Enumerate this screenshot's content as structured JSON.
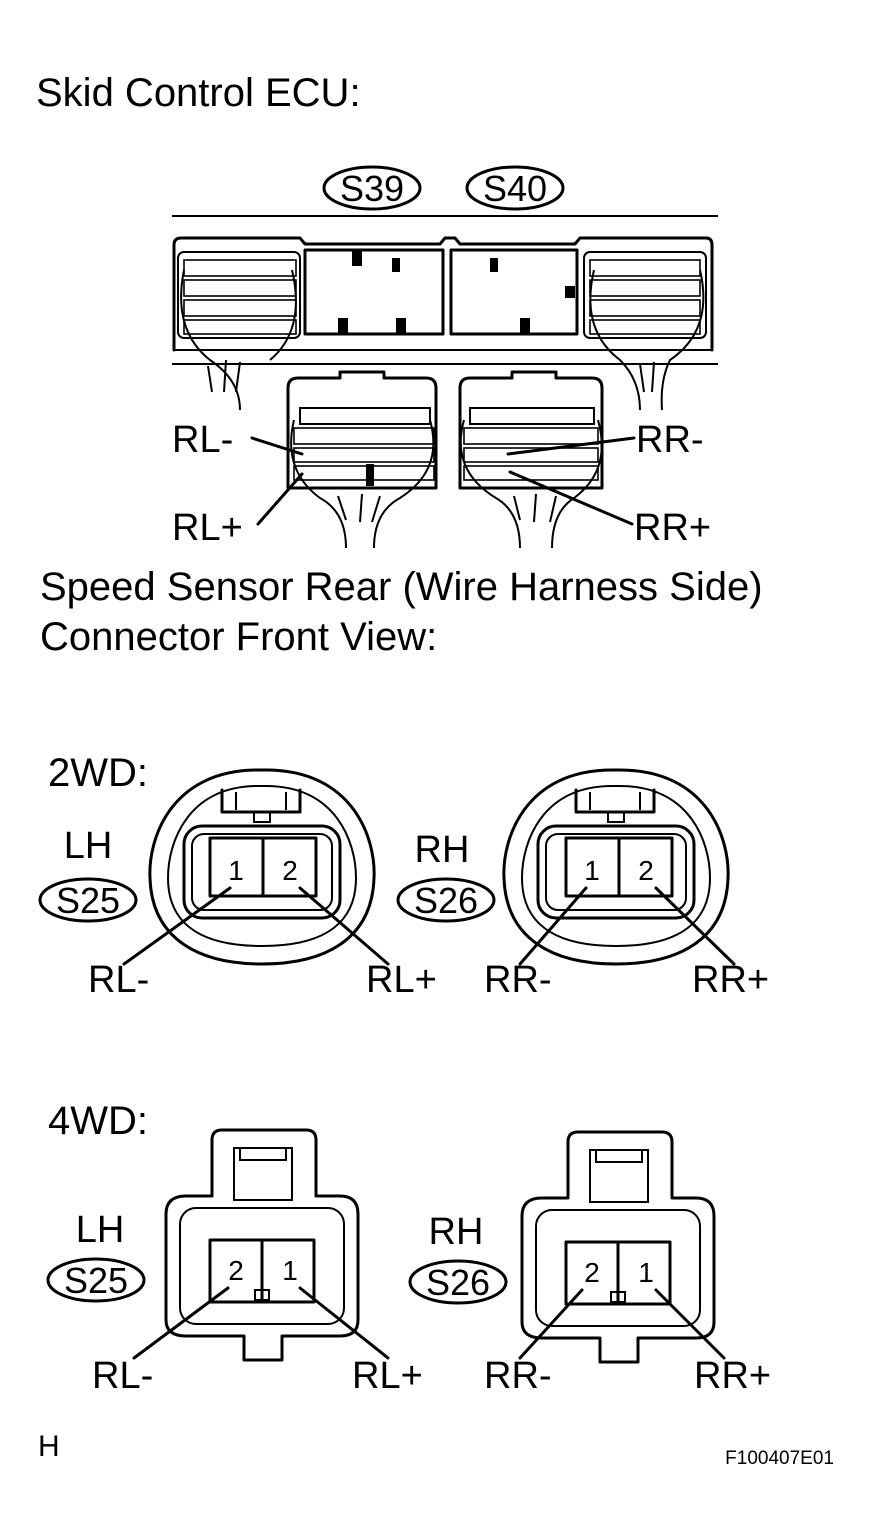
{
  "ecu": {
    "title": "Skid Control ECU:",
    "connectors": [
      "S39",
      "S40"
    ],
    "labels": {
      "rl_minus": "RL-",
      "rl_plus": "RL+",
      "rr_minus": "RR-",
      "rr_plus": "RR+"
    }
  },
  "sensor_section": {
    "title_line1": "Speed Sensor Rear (Wire Harness Side)",
    "title_line2": "Connector Front View:"
  },
  "wd2": {
    "heading": "2WD:",
    "left": {
      "side": "LH",
      "connector": "S25",
      "pin_a": "1",
      "pin_b": "2",
      "label_a": "RL-",
      "label_b": "RL+"
    },
    "right": {
      "side": "RH",
      "connector": "S26",
      "pin_a": "1",
      "pin_b": "2",
      "label_a": "RR-",
      "label_b": "RR+"
    }
  },
  "wd4": {
    "heading": "4WD:",
    "left": {
      "side": "LH",
      "connector": "S25",
      "pin_a": "2",
      "pin_b": "1",
      "label_a": "RL-",
      "label_b": "RL+"
    },
    "right": {
      "side": "RH",
      "connector": "S26",
      "pin_a": "2",
      "pin_b": "1",
      "label_a": "RR-",
      "label_b": "RR+"
    }
  },
  "footer": {
    "letter": "H",
    "figure_id": "F100407E01"
  }
}
